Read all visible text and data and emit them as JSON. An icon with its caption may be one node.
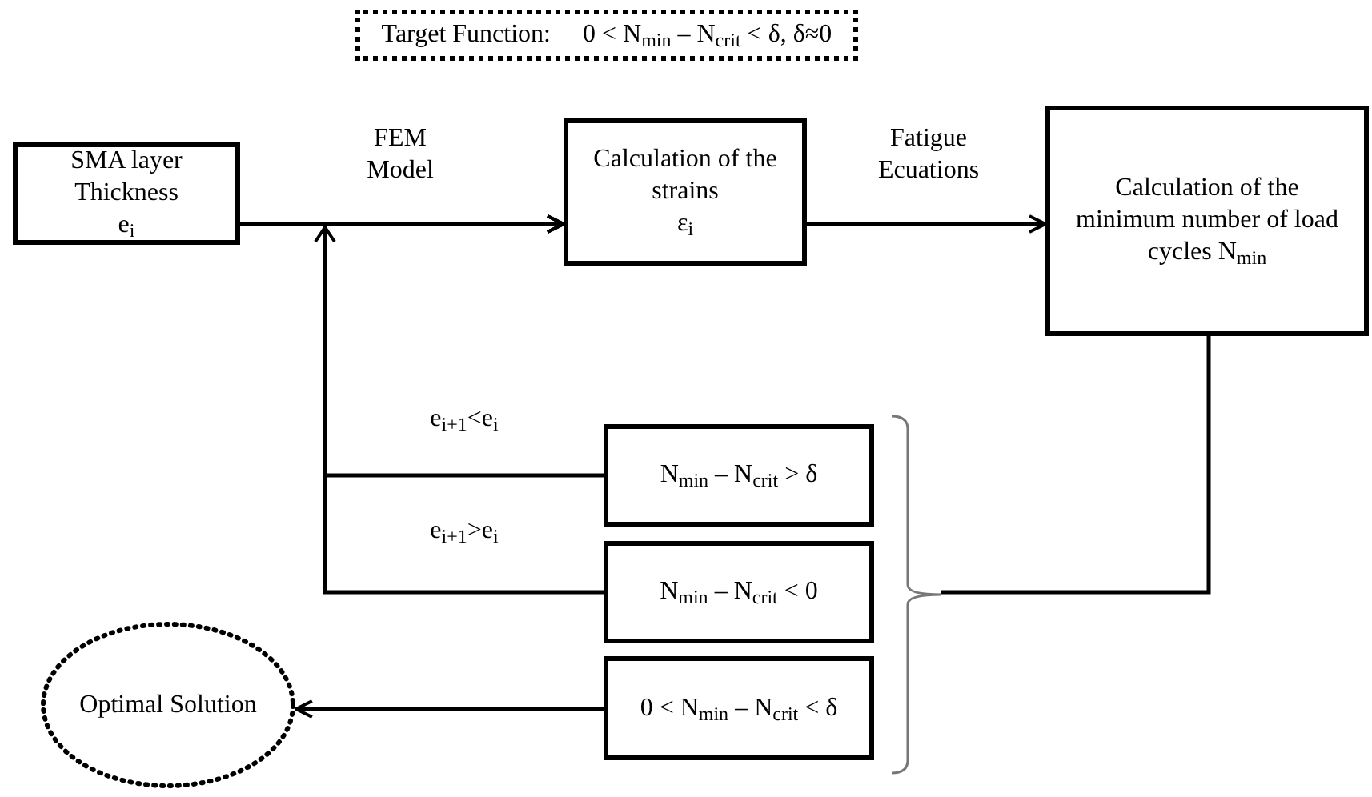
{
  "diagram": {
    "nodes": [
      {
        "text": [
          "Target Function:",
          "0 < N$_{min}$ – N$_{crit}$ < δ, δ≈0"
        ]
      },
      {
        "text": [
          "SMA layer Thickness",
          "e$_{i}$"
        ]
      },
      {
        "text": [
          "Calculation of the strains",
          "ε$_{i}$"
        ]
      },
      {
        "text": [
          "Calculation of the minimum number of load cycles N$_{min}$"
        ]
      },
      {
        "text": [
          "N$_{min}$ – N$_{crit}$ > δ"
        ]
      },
      {
        "text": [
          "N$_{min}$ – N$_{crit}$ < 0"
        ]
      },
      {
        "text": [
          "0 < N$_{min}$ – N$_{crit}$ < δ"
        ]
      },
      {
        "text": [
          "Optimal Solution"
        ]
      },
      {
        "text": [],
        "shape": "bracket"
      }
    ],
    "edges": [
      {
        "from": 1,
        "to": 2,
        "arrow": "to",
        "label": "FEM Model"
      },
      {
        "from": 2,
        "to": 3,
        "arrow": "to",
        "label": "Fatigue Ecuations"
      },
      {
        "from": 3,
        "to": 8,
        "arrow": "none"
      },
      {
        "from": 4,
        "to": 2,
        "arrow": "to",
        "label": "e$_{i+1}$<e$_{i}$"
      },
      {
        "from": 5,
        "to": 2,
        "arrow": "to",
        "label": "e$_{i+1}$>e$_{i}$"
      },
      {
        "from": 6,
        "to": 7,
        "arrow": "to"
      }
    ]
  }
}
